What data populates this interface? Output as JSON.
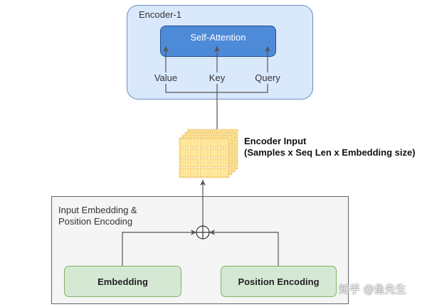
{
  "encoder": {
    "title": "Encoder-1",
    "self_attention_label": "Self-Attention",
    "input_labels": [
      "Value",
      "Key",
      "Query"
    ]
  },
  "encoder_input": {
    "title": "Encoder Input",
    "shape": "(Samples x Seq Len x Embedding size)"
  },
  "input_block": {
    "title_lines": [
      "Input Embedding &",
      "Position Encoding"
    ],
    "embedding_label": "Embedding",
    "position_encoding_label": "Position Encoding",
    "combine_icon": "plus-circle-icon"
  },
  "watermark": "知乎 @鱼先生",
  "colors": {
    "encoder_fill": "#dae8fc",
    "encoder_stroke": "#6c8ebf",
    "self_attention_fill": "#4d8ad8",
    "self_attention_stroke": "#23508c",
    "input_block_fill": "#f5f5f5",
    "input_block_stroke": "#666666",
    "module_fill": "#d5e8d4",
    "module_stroke": "#82b366",
    "tensor_cell_fill": "#ffe79a",
    "tensor_cell_stroke": "#e3a82b",
    "edge": "#555555"
  }
}
